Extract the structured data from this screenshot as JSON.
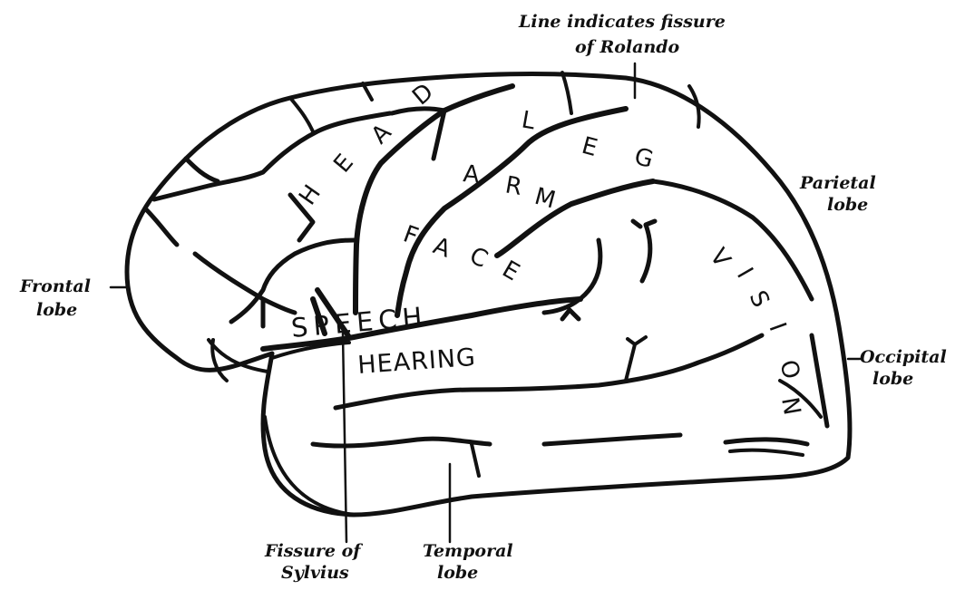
{
  "diagram": {
    "callouts": {
      "rolando_line1": "Line indicates fissure",
      "rolando_line2": "of Rolando",
      "parietal_line1": "Parietal",
      "parietal_line2": "lobe",
      "frontal_line1": "Frontal",
      "frontal_line2": "lobe",
      "occipital_line1": "Occipital",
      "occipital_line2": "lobe",
      "sylvius_line1": "Fissure of",
      "sylvius_line2": "Sylvius",
      "temporal_line1": "Temporal",
      "temporal_line2": "lobe"
    },
    "regions": {
      "head": [
        "H",
        "E",
        "A",
        "D"
      ],
      "leg": [
        "L",
        "E",
        "G"
      ],
      "arm": [
        "A",
        "R",
        "M"
      ],
      "face": [
        "F",
        "A",
        "C",
        "E"
      ],
      "vision": [
        "V",
        "I",
        "S",
        "I",
        "O",
        "N"
      ],
      "speech": "SPEECH",
      "hearing": "HEARING"
    }
  }
}
